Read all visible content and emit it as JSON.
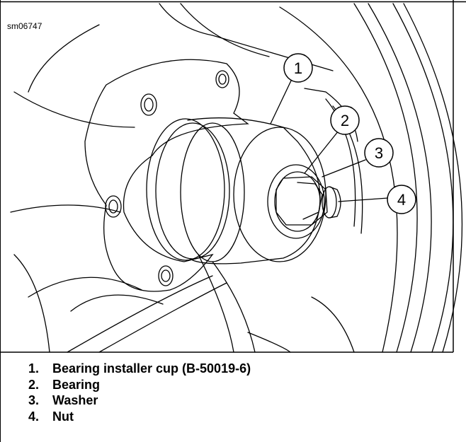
{
  "figure_id": "sm06747",
  "callouts": [
    "1",
    "2",
    "3",
    "4"
  ],
  "legend": [
    {
      "number": "1.",
      "text": "Bearing installer cup (B-50019-6)"
    },
    {
      "number": "2.",
      "text": "Bearing"
    },
    {
      "number": "3.",
      "text": "Washer"
    },
    {
      "number": "4.",
      "text": "Nut"
    }
  ]
}
